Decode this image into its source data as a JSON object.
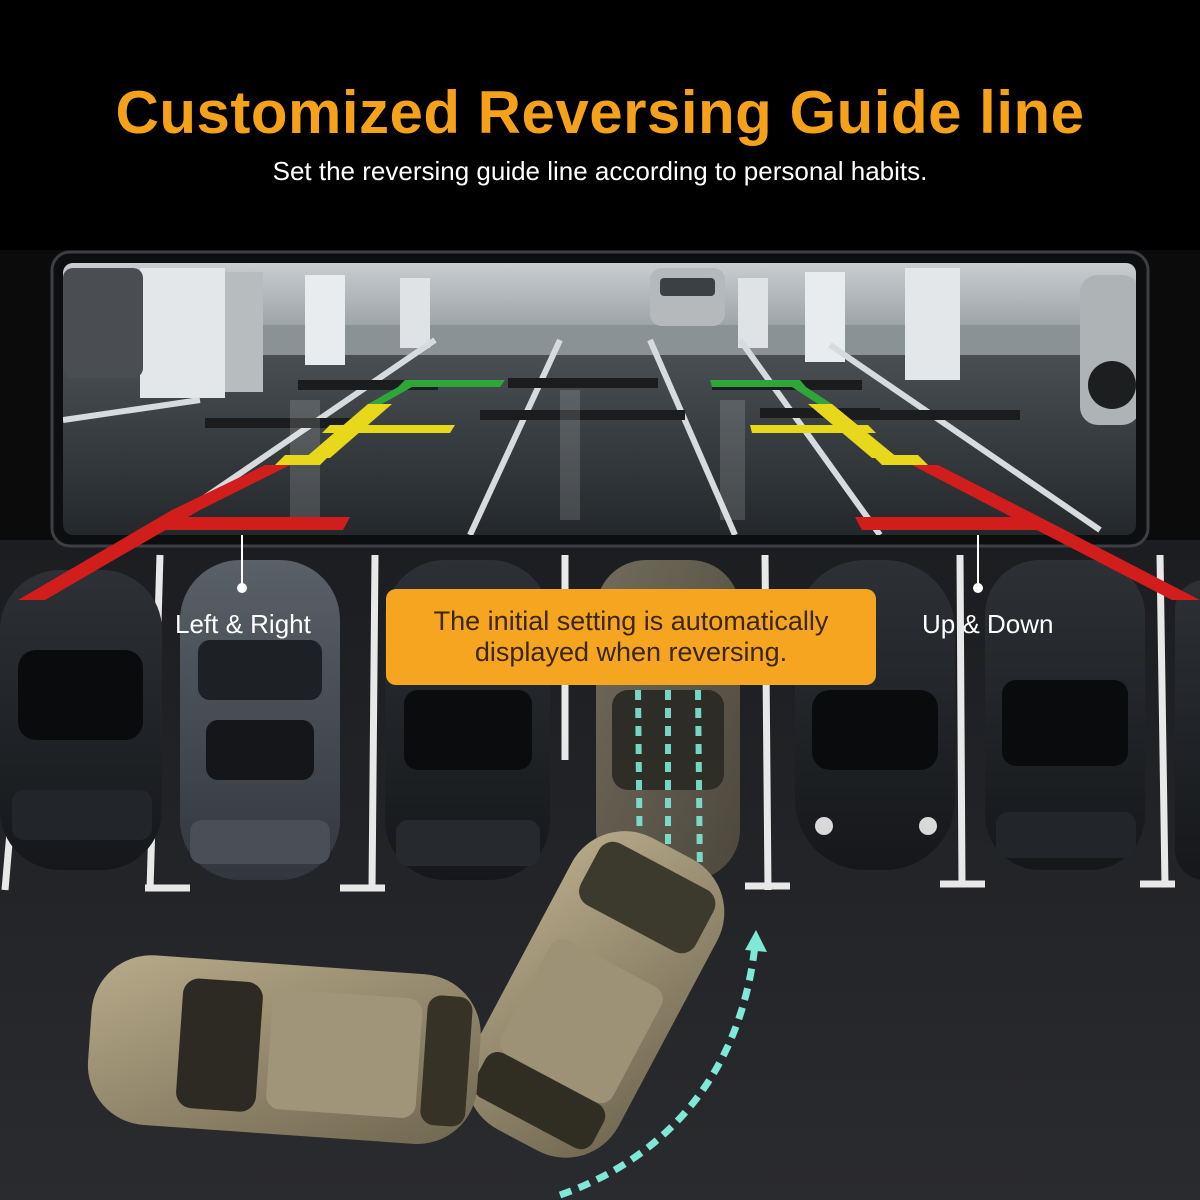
{
  "header": {
    "title": "Customized Reversing Guide line",
    "subtitle": "Set the reversing guide line according to personal habits."
  },
  "labels": {
    "left": "Left & Right",
    "right": "Up & Down"
  },
  "callout": {
    "text": "The initial setting is automatically displayed when reversing."
  },
  "colors": {
    "accent": "#f5a21a",
    "callout_bg": "#f5a520",
    "guide_red": "#d21d1d",
    "guide_yellow": "#e8d81c",
    "guide_green": "#2fa63a",
    "arrow_teal": "#7fe8d6"
  }
}
